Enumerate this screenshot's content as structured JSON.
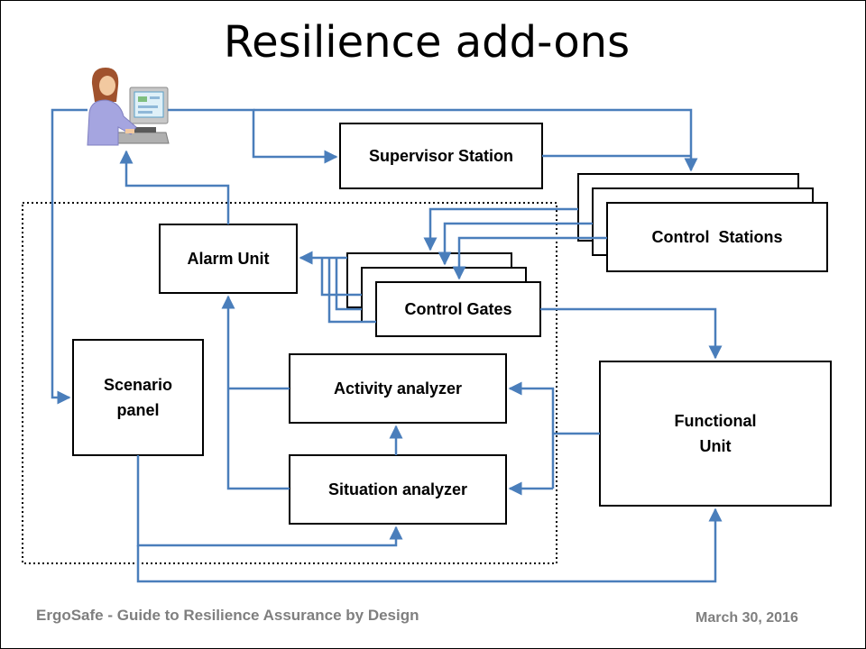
{
  "title": "Resilience add-ons",
  "boxes": {
    "supervisor_station": "Supervisor Station",
    "control_stations": "Control  Stations",
    "alarm_unit": "Alarm Unit",
    "control_gates": "Control Gates",
    "scenario_panel": "Scenario\npanel",
    "activity_analyzer": "Activity analyzer",
    "situation_analyzer": "Situation analyzer",
    "functional_unit": "Functional\nUnit"
  },
  "footer": {
    "left": "ErgoSafe - Guide to Resilience Assurance by Design",
    "right": "March 30, 2016"
  },
  "colors": {
    "arrow": "#4a7ebb",
    "box_border": "#000000",
    "footer_text": "#7f7f7f"
  },
  "icons": {
    "operator": "operator-at-computer-icon"
  }
}
